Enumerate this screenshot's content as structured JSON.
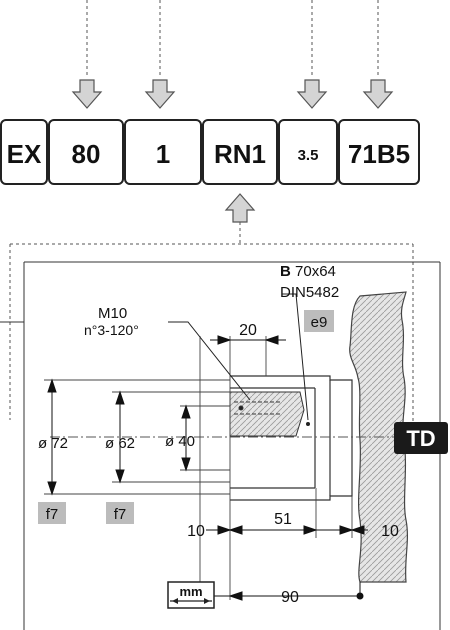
{
  "code_boxes": [
    {
      "text": "EX"
    },
    {
      "text": "80"
    },
    {
      "text": "1"
    },
    {
      "text": "RN1"
    },
    {
      "text": "3.5"
    },
    {
      "text": "71B5"
    }
  ],
  "spline": {
    "prefix": "B",
    "size": "70x64",
    "standard": "DIN5482",
    "tolerance": "e9"
  },
  "thread": {
    "line1": "M10",
    "line2": "n°3-120°"
  },
  "dimensions": {
    "d20": "20",
    "dia72": "ø 72",
    "dia62": "ø 62",
    "dia40": "ø 40",
    "tol_f7_a": "f7",
    "tol_f7_b": "f7",
    "d10_left": "10",
    "d51": "51",
    "d10_right": "10",
    "d90": "90"
  },
  "badge": {
    "text": "TD"
  },
  "units": {
    "text": "mm"
  },
  "colors": {
    "arrow_fill": "#d4d4d4",
    "hatch": "#bdbdbd",
    "tag_bg": "#bcbcbc",
    "badge_bg": "#1a1a1a",
    "badge_fg": "#ffffff"
  }
}
